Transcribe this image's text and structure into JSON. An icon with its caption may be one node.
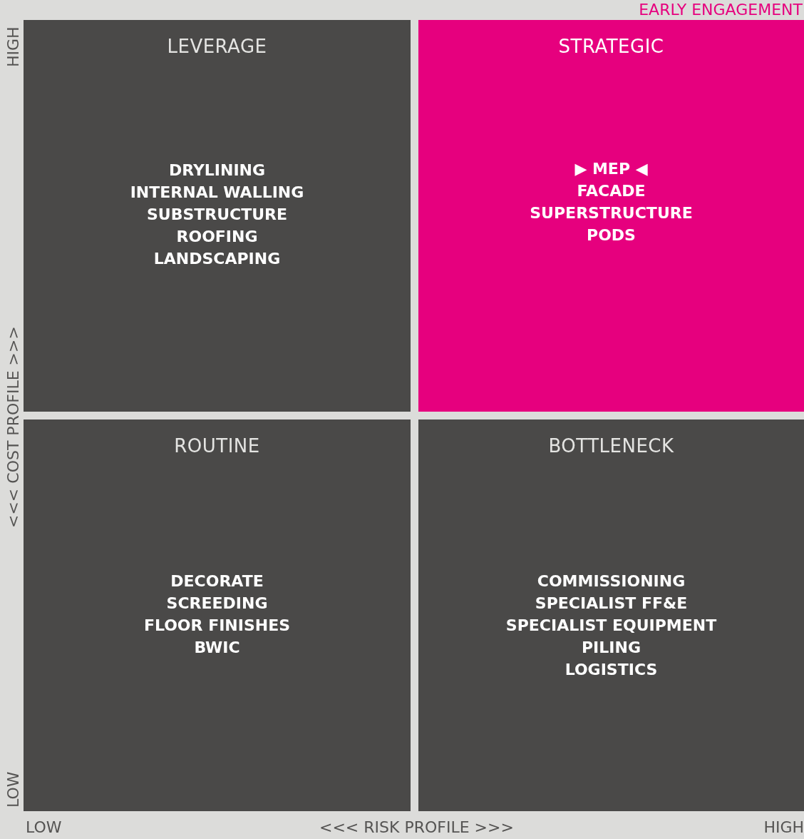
{
  "diagram": {
    "nodes": [
      {
        "text": [
          "LEVERAGE",
          "DRYLINING",
          "INTERNAL WALLING",
          "SUBSTRUCTURE",
          "ROOFING",
          "LANDSCAPING"
        ]
      },
      {
        "text": [
          "STRATEGIC",
          "▶ MEP ◀",
          "FACADE",
          "SUPERSTRUCTURE",
          "PODS"
        ]
      },
      {
        "text": [
          "ROUTINE",
          "DECORATE",
          "SCREEDING",
          "FLOOR FINISHES",
          "BWIC"
        ]
      },
      {
        "text": [
          "BOTTLENECK",
          "COMMISSIONING",
          "SPECIALIST FF&E",
          "SPECIALIST EQUIPMENT",
          "PILING",
          "LOGISTICS"
        ]
      }
    ],
    "labels": [
      "EARLY ENGAGEMENT",
      "HIGH",
      "<<< COST PROFILE >>>",
      "LOW",
      "LOW",
      "<<< RISK PROFILE >>>",
      "HIGH"
    ]
  }
}
